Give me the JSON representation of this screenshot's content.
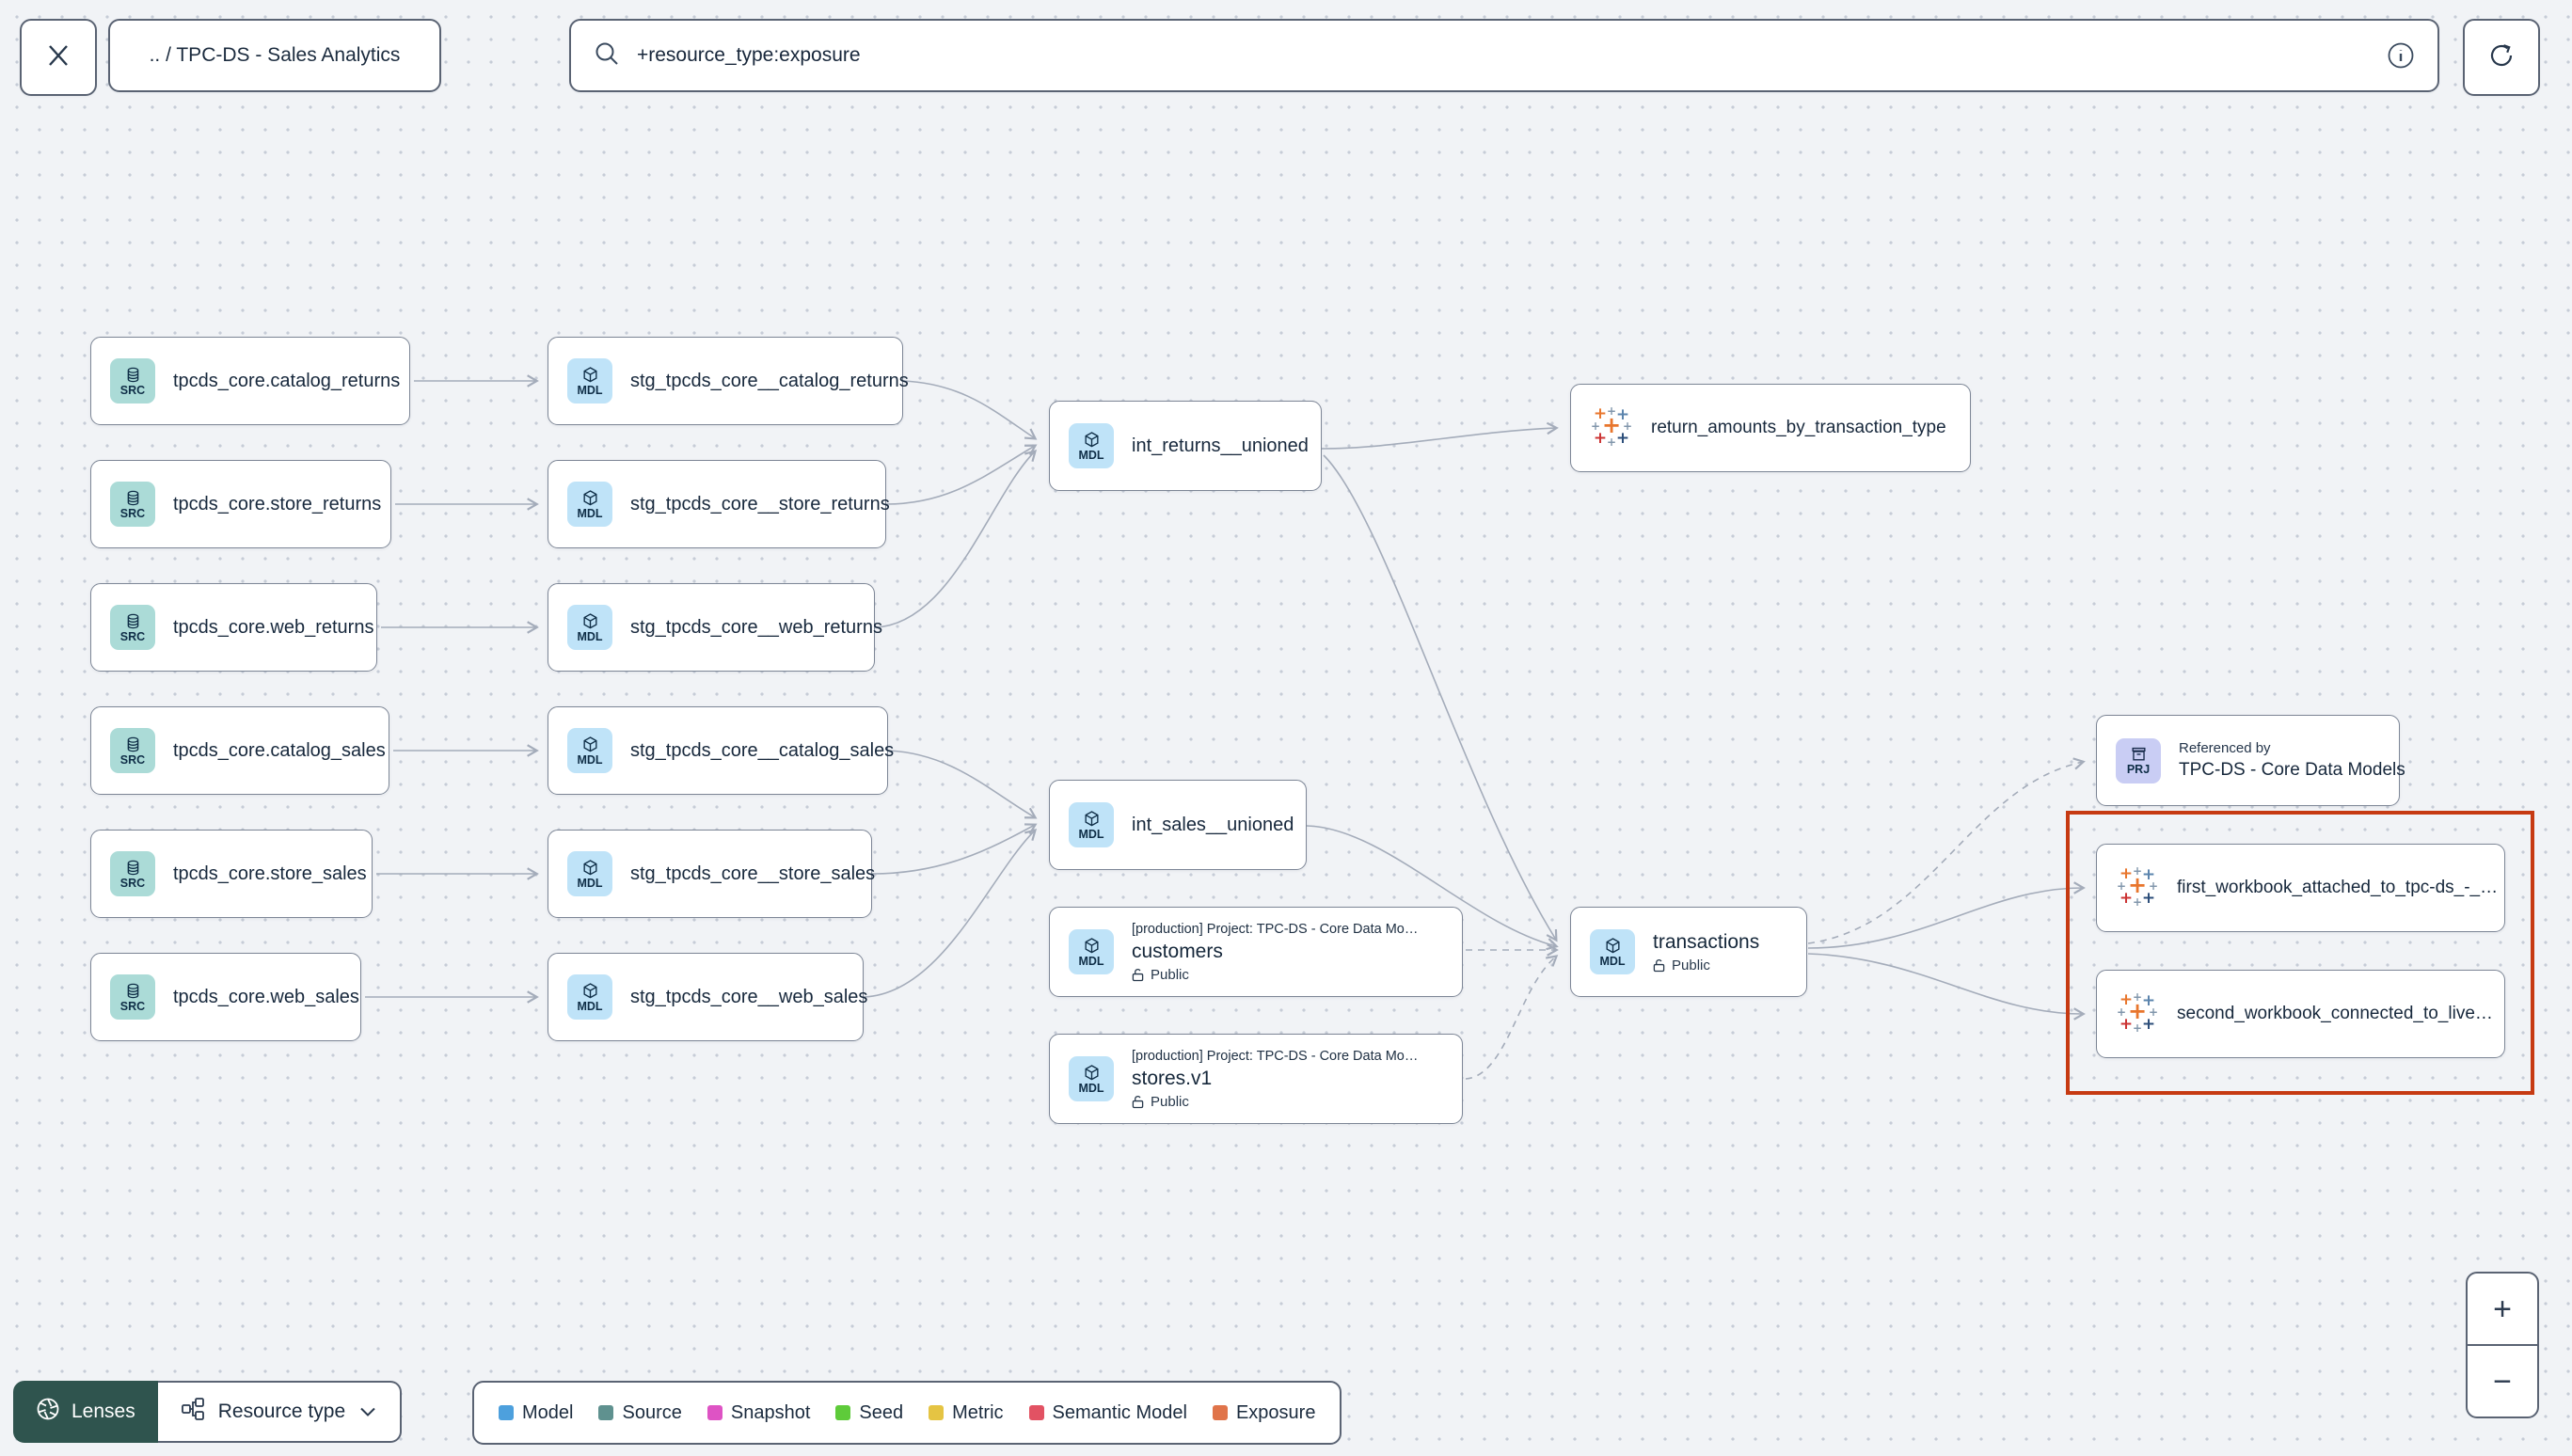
{
  "header": {
    "breadcrumb": ".. / TPC-DS - Sales Analytics",
    "search_value": "+resource_type:exposure"
  },
  "nodes": [
    {
      "badge": "SRC",
      "title": "tpcds_core.catalog_returns"
    },
    {
      "badge": "SRC",
      "title": "tpcds_core.store_returns"
    },
    {
      "badge": "SRC",
      "title": "tpcds_core.web_returns"
    },
    {
      "badge": "SRC",
      "title": "tpcds_core.catalog_sales"
    },
    {
      "badge": "SRC",
      "title": "tpcds_core.store_sales"
    },
    {
      "badge": "SRC",
      "title": "tpcds_core.web_sales"
    },
    {
      "badge": "MDL",
      "title": "stg_tpcds_core__catalog_returns"
    },
    {
      "badge": "MDL",
      "title": "stg_tpcds_core__store_returns"
    },
    {
      "badge": "MDL",
      "title": "stg_tpcds_core__web_returns"
    },
    {
      "badge": "MDL",
      "title": "stg_tpcds_core__catalog_sales"
    },
    {
      "badge": "MDL",
      "title": "stg_tpcds_core__store_sales"
    },
    {
      "badge": "MDL",
      "title": "stg_tpcds_core__web_sales"
    },
    {
      "badge": "MDL",
      "title": "int_returns__unioned"
    },
    {
      "badge": "MDL",
      "title": "int_sales__unioned"
    },
    {
      "badge": "MDL",
      "project": "[production] Project: TPC-DS - Core Data Mo…",
      "title": "customers",
      "access": "Public"
    },
    {
      "badge": "MDL",
      "project": "[production] Project: TPC-DS - Core Data Mo…",
      "title": "stores.v1",
      "access": "Public"
    },
    {
      "icon": "tableau",
      "title": "return_amounts_by_transaction_type"
    },
    {
      "badge": "MDL",
      "title": "transactions",
      "access": "Public"
    },
    {
      "badge": "PRJ",
      "label": "Referenced by",
      "title": "TPC-DS - Core Data Models"
    },
    {
      "icon": "tableau",
      "title": "first_workbook_attached_to_tpc-ds_-_…"
    },
    {
      "icon": "tableau",
      "title": "second_workbook_connected_to_live…"
    }
  ],
  "footer": {
    "lenses_label": "Lenses",
    "resource_type_label": "Resource type",
    "legend": [
      {
        "label": "Model",
        "color": "#4da0dd"
      },
      {
        "label": "Source",
        "color": "#5f918f"
      },
      {
        "label": "Snapshot",
        "color": "#de53c4"
      },
      {
        "label": "Seed",
        "color": "#5ecb3a"
      },
      {
        "label": "Metric",
        "color": "#e5c443"
      },
      {
        "label": "Semantic Model",
        "color": "#e25263"
      },
      {
        "label": "Exposure",
        "color": "#e0744a"
      }
    ]
  },
  "zoom_controls": {
    "zoom_in": "+",
    "zoom_out": "−"
  },
  "highlight_color": "#c63a12"
}
